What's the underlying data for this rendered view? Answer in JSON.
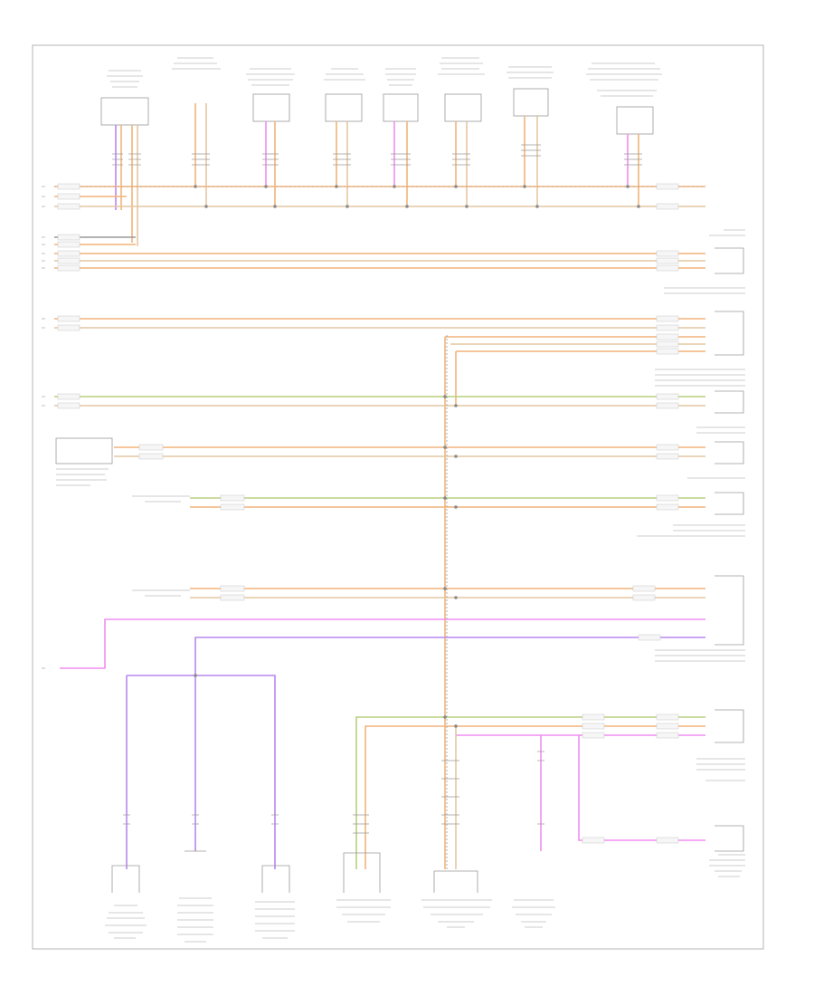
{
  "diagram": {
    "reference_code": "",
    "colors": {
      "orange": "#f2b47a",
      "tan": "#e4c7a2",
      "green": "#b7d07e",
      "pink": "#f08ef0",
      "violet": "#b887f0",
      "gray": "#9a9a9a",
      "frame": "#b5b5b5"
    },
    "top_modules": [
      {
        "name": "instrument-cluster-module"
      },
      {
        "name": "left-door-control-module"
      },
      {
        "name": "left-rear-door-control-module"
      },
      {
        "name": "hvac-control-module"
      },
      {
        "name": "headlamp-range-module"
      },
      {
        "name": "right-door-control-module"
      },
      {
        "name": "gateway-data-bus-module"
      },
      {
        "name": "onboard-supply-control-module"
      }
    ],
    "right_modules": [
      {
        "name": "right-module-1"
      },
      {
        "name": "steering-column-module"
      },
      {
        "name": "comfort-system-module"
      },
      {
        "name": "parking-aid-module"
      },
      {
        "name": "transmission-control-module"
      },
      {
        "name": "suspension-control-module"
      },
      {
        "name": "airbag-control-module"
      },
      {
        "name": "left-rear-sensor-module"
      }
    ],
    "bottom_modules": [
      {
        "name": "bottom-module-1"
      },
      {
        "name": "bottom-module-2"
      },
      {
        "name": "bottom-module-3"
      },
      {
        "name": "tire-pressure-module"
      },
      {
        "name": "right-front-sensor-module"
      },
      {
        "name": "right-rear-sensor-module"
      }
    ]
  }
}
